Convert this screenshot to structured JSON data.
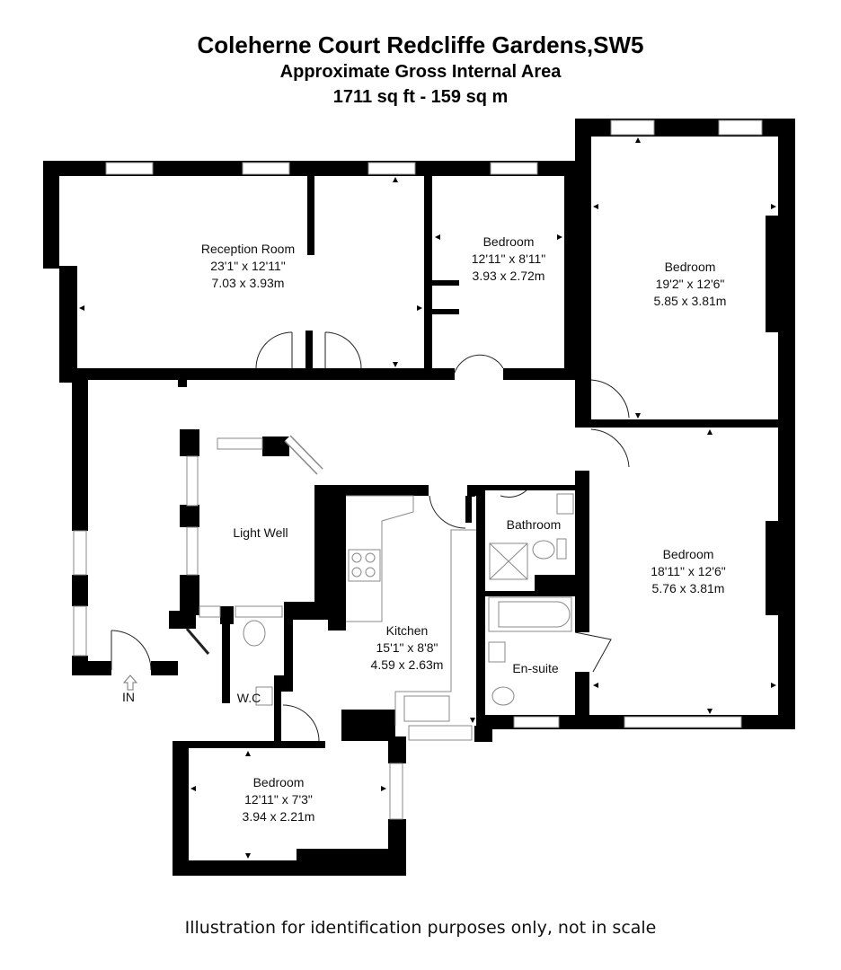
{
  "header": {
    "title": "Coleherne Court Redcliffe Gardens,SW5",
    "subtitle": "Approximate Gross Internal Area",
    "area": "1711 sq ft - 159 sq m"
  },
  "rooms": [
    {
      "name": "Reception Room",
      "imperial": "23'1\" x 12'11\"",
      "metric": "7.03 x 3.93m"
    },
    {
      "name": "Bedroom",
      "imperial": "12'11\" x 8'11\"",
      "metric": "3.93 x 2.72m"
    },
    {
      "name": "Bedroom",
      "imperial": "19'2\" x 12'6\"",
      "metric": "5.85 x 3.81m"
    },
    {
      "name": "Light Well"
    },
    {
      "name": "Bathroom"
    },
    {
      "name": "Bedroom",
      "imperial": "18'11\" x 12'6\"",
      "metric": "5.76 x 3.81m"
    },
    {
      "name": "Kitchen",
      "imperial": "15'1\" x 8'8\"",
      "metric": "4.59 x 2.63m"
    },
    {
      "name": "W.C"
    },
    {
      "name": "En-suite"
    },
    {
      "name": "Bedroom",
      "imperial": "12'11\" x 7'3\"",
      "metric": "3.94 x 2.21m"
    }
  ],
  "entrance": {
    "label": "IN",
    "icon": "arrow-up-icon"
  },
  "footer": {
    "disclaimer": "Illustration for identification purposes only, not in scale"
  },
  "colors": {
    "wall": "#000000",
    "window": "#ffffff",
    "fixture_line": "#888888"
  }
}
